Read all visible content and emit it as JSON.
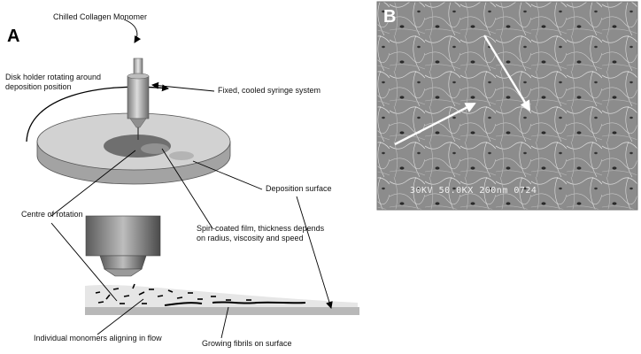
{
  "panel_a": {
    "letter": "A",
    "labels": {
      "chilled": "Chilled Collagen Monomer",
      "disk_holder_1": "Disk holder rotating around",
      "disk_holder_2": "deposition position",
      "syringe": "Fixed, cooled syringe system",
      "deposition": "Deposition surface",
      "centre": "Centre of rotation",
      "spin_1": "Spin-coated film, thickness depends",
      "spin_2": "on radius, viscosity and speed",
      "monomers": "Individual monomers aligning in flow",
      "fibrils": "Growing fibrils on surface"
    }
  },
  "panel_b": {
    "letter": "B",
    "sem_info": "30KV  50.0KX  200nm  0724"
  },
  "colors": {
    "disk_top": "#cfcfcf",
    "disk_side": "#9a9a9a",
    "film": "#6e6e6e",
    "sem_bg": "#8a8a8a",
    "arrow": "#ffffff"
  }
}
